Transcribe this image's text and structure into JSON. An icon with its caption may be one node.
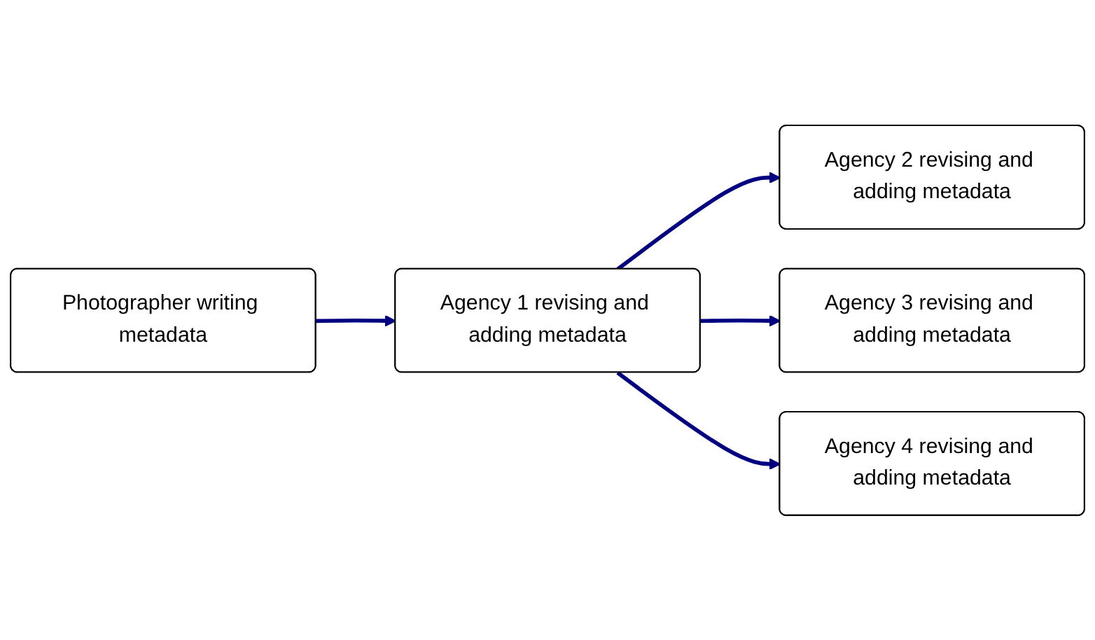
{
  "diagram": {
    "nodes": [
      {
        "text": [
          "Photographer writing metadata"
        ]
      },
      {
        "text": [
          "Agency 1 revising and adding metadata"
        ]
      },
      {
        "text": [
          "Agency 2 revising and adding metadata"
        ]
      },
      {
        "text": [
          "Agency 3 revising and adding metadata"
        ]
      },
      {
        "text": [
          "Agency 4 revising and adding metadata"
        ]
      }
    ],
    "edges": [
      {
        "from": 0,
        "to": 1,
        "arrow": "to"
      },
      {
        "from": 1,
        "to": 2,
        "arrow": "to"
      },
      {
        "from": 1,
        "to": 3,
        "arrow": "to"
      },
      {
        "from": 1,
        "to": 4,
        "arrow": "to"
      }
    ]
  }
}
